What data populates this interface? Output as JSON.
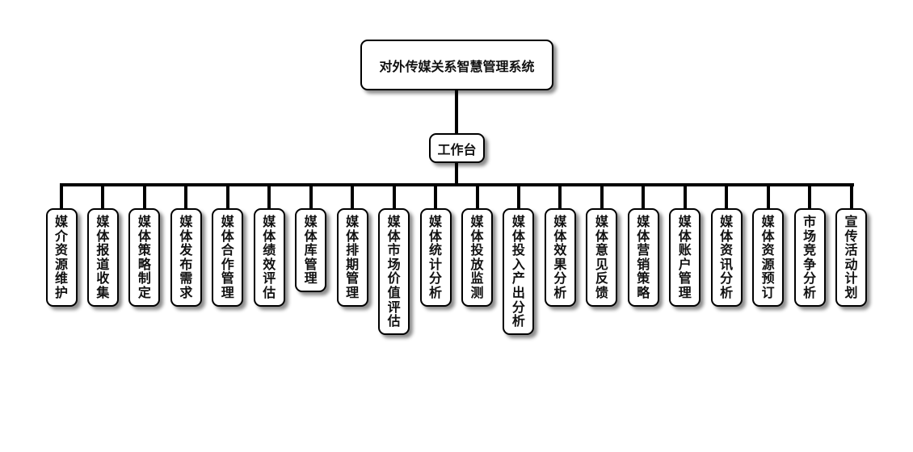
{
  "root": {
    "label": "对外传媒关系智慧管理系统"
  },
  "hub": {
    "label": "工作台"
  },
  "leaves": [
    "媒介资源维护",
    "媒体报道收集",
    "媒体策略制定",
    "媒体发布需求",
    "媒体合作管理",
    "媒体绩效评估",
    "媒体库管理",
    "媒体排期管理",
    "媒体市场价值评估",
    "媒体统计分析",
    "媒体投放监测",
    "媒体投入产出分析",
    "媒体效果分析",
    "媒体意见反馈",
    "媒体营销策略",
    "媒体账户管理",
    "媒体资讯分析",
    "媒体资源预订",
    "市场竞争分析",
    "宣传活动计划"
  ]
}
